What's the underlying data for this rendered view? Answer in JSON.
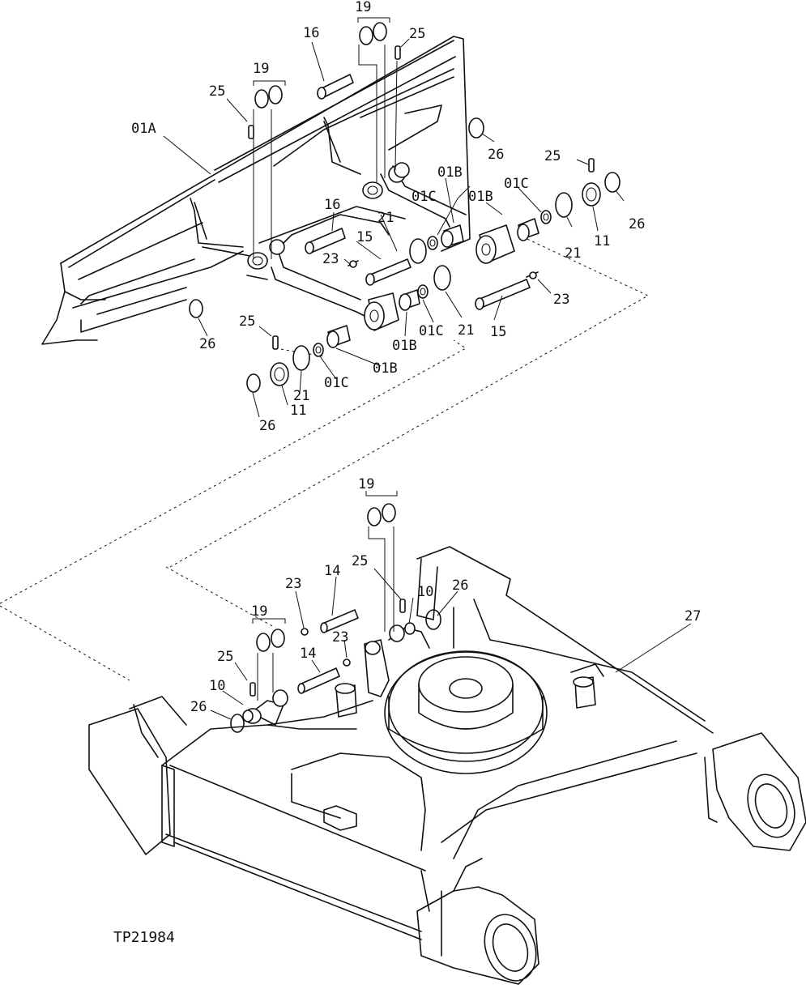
{
  "figure": {
    "reference": "TP21984",
    "callouts": {
      "c01A": "01A",
      "c01B": "01B",
      "c01C": "01C",
      "c10": "10",
      "c11": "11",
      "c14": "14",
      "c15": "15",
      "c16": "16",
      "c19": "19",
      "c21": "21",
      "c23": "23",
      "c25": "25",
      "c26": "26",
      "c27": "27"
    }
  }
}
